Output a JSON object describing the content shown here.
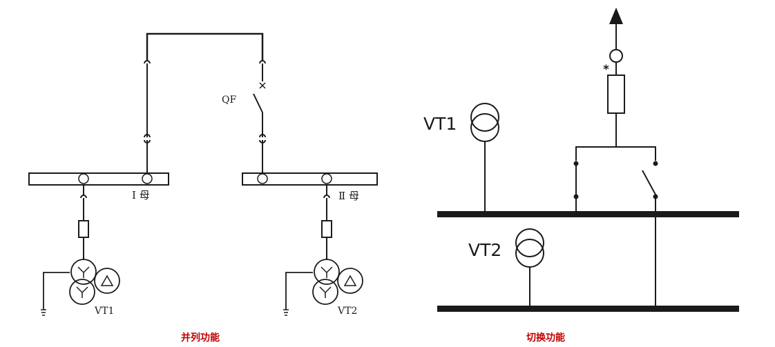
{
  "left_diagram": {
    "breaker_label": "QF",
    "bus1_label": "Ⅰ 母",
    "bus2_label": "Ⅱ 母",
    "vt1_label": "VT1",
    "vt2_label": "VT2",
    "caption": "并列功能"
  },
  "right_diagram": {
    "vt1_label": "VT1",
    "vt2_label": "VT2",
    "polarity_mark": "*",
    "caption": "切换功能"
  },
  "colors": {
    "line": "#1a1a1a",
    "caption": "#c00000"
  }
}
